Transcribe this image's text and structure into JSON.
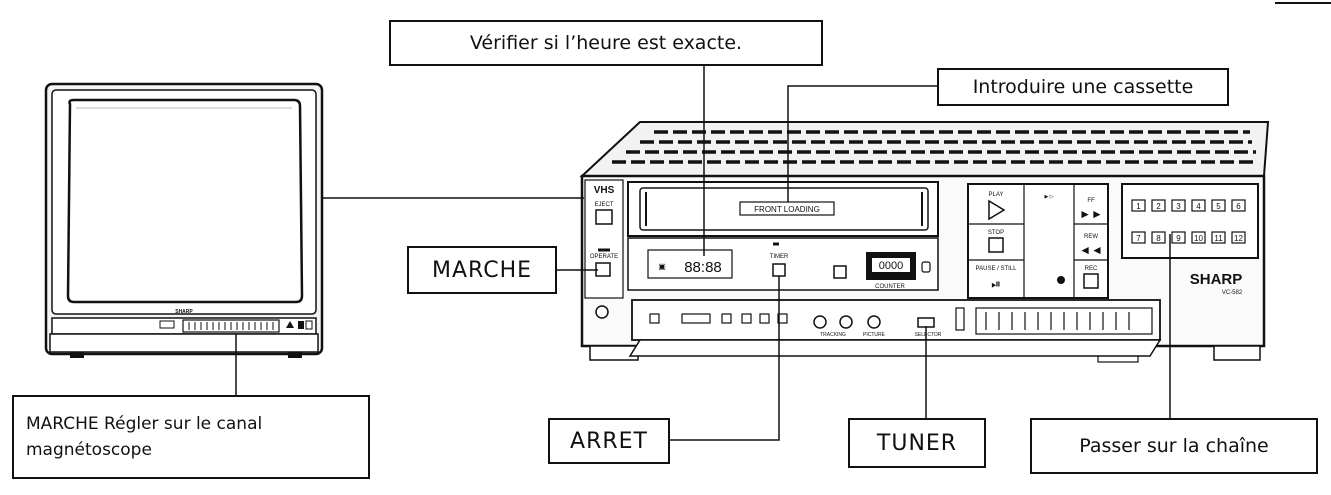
{
  "callouts": {
    "verify_time": "Vérifier si l’heure est exacte.",
    "insert_cassette": "Introduire une cassette",
    "marche": "MARCHE",
    "tv_power_line1": "MARCHE Régler sur le canal",
    "tv_power_line2": "magnétoscope",
    "arret": "ARRET",
    "tuner": "TUNER",
    "change_channel": "Passer sur la chaîne"
  },
  "vcr": {
    "brand": "SHARP",
    "model": "VC-582",
    "logo": "VHS",
    "eject_label": "EJECT",
    "operate_label": "OPERATE",
    "slot_label": "FRONT LOADING",
    "clock_display": "88:88",
    "timer_label": "TIMER",
    "counter_digits": "0000",
    "counter_label": "COUNTER",
    "play_label": "PLAY",
    "stop_label": "STOP",
    "pause_label": "PAUSE / STILL",
    "ff_label": "FF",
    "rew_label": "REW",
    "rec_label": "REC",
    "channel_buttons_top": [
      "1",
      "2",
      "3",
      "4",
      "5",
      "6"
    ],
    "channel_buttons_bottom": [
      "7",
      "8",
      "9",
      "10",
      "11",
      "12"
    ],
    "tracking_label": "TRACKING",
    "picture_label": "PICTURE",
    "selector_label": "SELECTOR"
  },
  "tv": {
    "brand": "SHARP"
  },
  "colors": {
    "ink": "#111111",
    "panel": "#e6e6e6",
    "dark_panel": "#2a2a2a"
  }
}
